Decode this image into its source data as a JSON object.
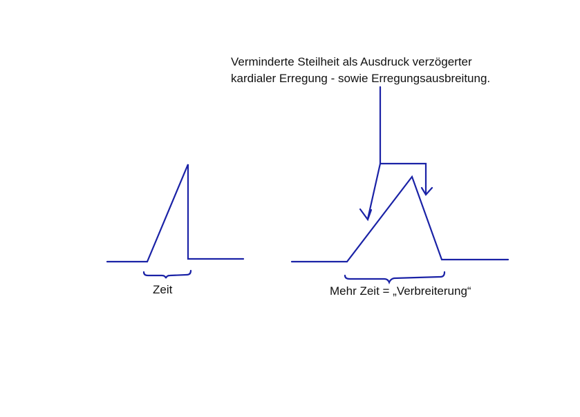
{
  "annotation": {
    "line1": "Verminderte Steilheit als Ausdruck verzögerter",
    "line2": "kardialer Erregung - sowie Erregungsausbreitung."
  },
  "left_wave": {
    "label": "Zeit"
  },
  "right_wave": {
    "label": "Mehr Zeit = „Verbreiterung“"
  },
  "colors": {
    "stroke": "#1a22a6",
    "text": "#111111"
  }
}
